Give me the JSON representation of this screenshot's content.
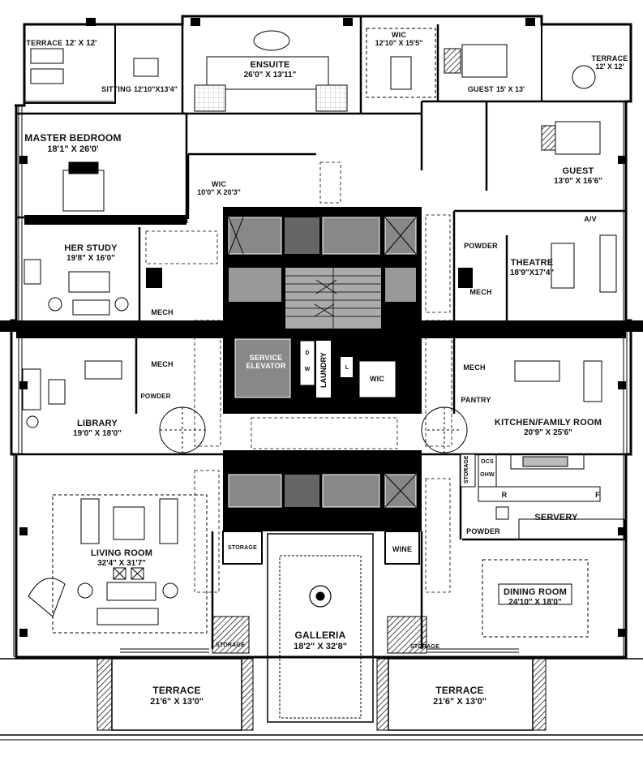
{
  "rooms": {
    "terrace_nw": {
      "name": "TERRACE",
      "dims": "12' X 12'"
    },
    "sitting": {
      "name": "SITTING",
      "dims": "12'10\"X13'4\""
    },
    "ensuite": {
      "name": "ENSUITE",
      "dims": "26'0\" X 13'11\""
    },
    "wic_top": {
      "name": "WIC",
      "dims": "12'10\" X 15'5\""
    },
    "guest_top": {
      "name": "GUEST",
      "dims": "15' X 13'"
    },
    "terrace_ne": {
      "name": "TERRACE",
      "dims": "12' X 12'"
    },
    "master_bedroom": {
      "name": "MASTER BEDROOM",
      "dims": "18'1\" X 26'0'"
    },
    "wic_master": {
      "name": "WIC",
      "dims": "10'0\" X 20'3\""
    },
    "guest_east": {
      "name": "GUEST",
      "dims": "13'0\" X 16'6\""
    },
    "av": {
      "name": "A/V"
    },
    "her_study": {
      "name": "HER STUDY",
      "dims": "19'8\" X 16'0\""
    },
    "powder_ne": {
      "name": "POWDER"
    },
    "theatre": {
      "name": "THEATRE",
      "dims": "18'9\"X17'4\""
    },
    "mech_w1": {
      "name": "MECH"
    },
    "mech_e1": {
      "name": "MECH"
    },
    "mech_w2": {
      "name": "MECH"
    },
    "powder_w": {
      "name": "POWDER"
    },
    "service_elevator": {
      "name": "SERVICE",
      "name2": "ELEVATOR"
    },
    "laundry": {
      "name": "LAUNDRY"
    },
    "laundry_d": {
      "name": "D"
    },
    "laundry_w": {
      "name": "W"
    },
    "laundry_l": {
      "name": "L"
    },
    "wic_center": {
      "name": "WIC"
    },
    "mech_e2": {
      "name": "MECH"
    },
    "pantry": {
      "name": "PANTRY"
    },
    "library": {
      "name": "LIBRARY",
      "dims": "19'0\" X 18'0\""
    },
    "kitchen": {
      "name": "KITCHEN/FAMILY ROOM",
      "dims": "20'9\" X 25'6\""
    },
    "storage_k": {
      "name": "STORAGE"
    },
    "ocs": {
      "name": "OCS"
    },
    "ohw": {
      "name": "OHW"
    },
    "fridge": {
      "name": "R"
    },
    "freezer": {
      "name": "F"
    },
    "servery": {
      "name": "SERVERY"
    },
    "powder_se": {
      "name": "POWDER"
    },
    "living_room": {
      "name": "LIVING ROOM",
      "dims": "32'4\" X 31'7\""
    },
    "storage_1": {
      "name": "STORAGE"
    },
    "wine": {
      "name": "WINE"
    },
    "dining_room": {
      "name": "DINING ROOM",
      "dims": "24'10\" X 18'0\""
    },
    "galleria": {
      "name": "GALLERIA",
      "dims": "18'2\" X 32'8\""
    },
    "storage_2": {
      "name": "STORAGE"
    },
    "storage_3": {
      "name": "STORAGE"
    },
    "terrace_sw": {
      "name": "TERRACE",
      "dims": "21'6\" X 13'0\""
    },
    "terrace_se": {
      "name": "TERRACE",
      "dims": "21'6\" X 13'0\""
    }
  }
}
